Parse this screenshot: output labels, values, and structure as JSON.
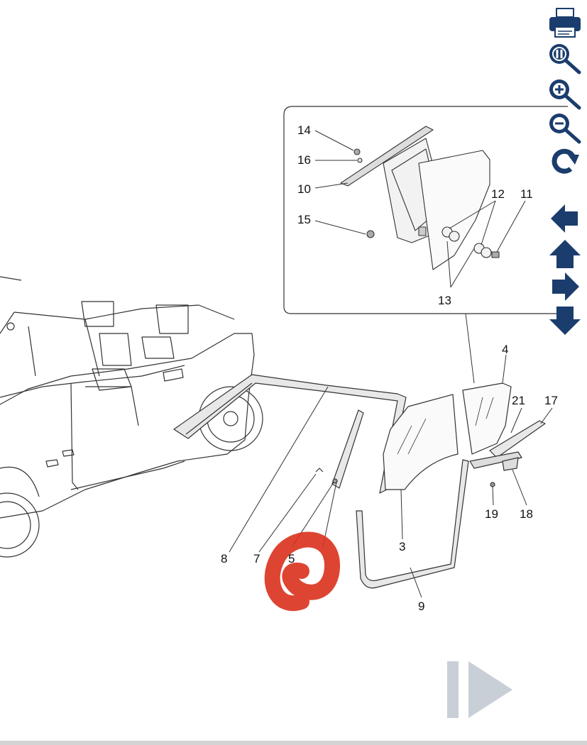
{
  "diagram": {
    "callouts": [
      "14",
      "16",
      "10",
      "15",
      "12",
      "11",
      "13",
      "4",
      "21",
      "17",
      "19",
      "18",
      "3",
      "9",
      "8",
      "7",
      "5"
    ]
  },
  "toolbar": {
    "icons": [
      "printer-icon",
      "zoom-reset-icon",
      "zoom-in-icon",
      "zoom-out-icon",
      "refresh-icon",
      "arrow-left-icon",
      "arrow-up-icon",
      "arrow-right-icon",
      "arrow-down-icon"
    ],
    "color": "#1b3d6e"
  },
  "navigation": {
    "next_icon": "next-page-icon",
    "color": "#c9cfd6"
  },
  "annotation": {
    "highlight_color": "#d9311c"
  }
}
